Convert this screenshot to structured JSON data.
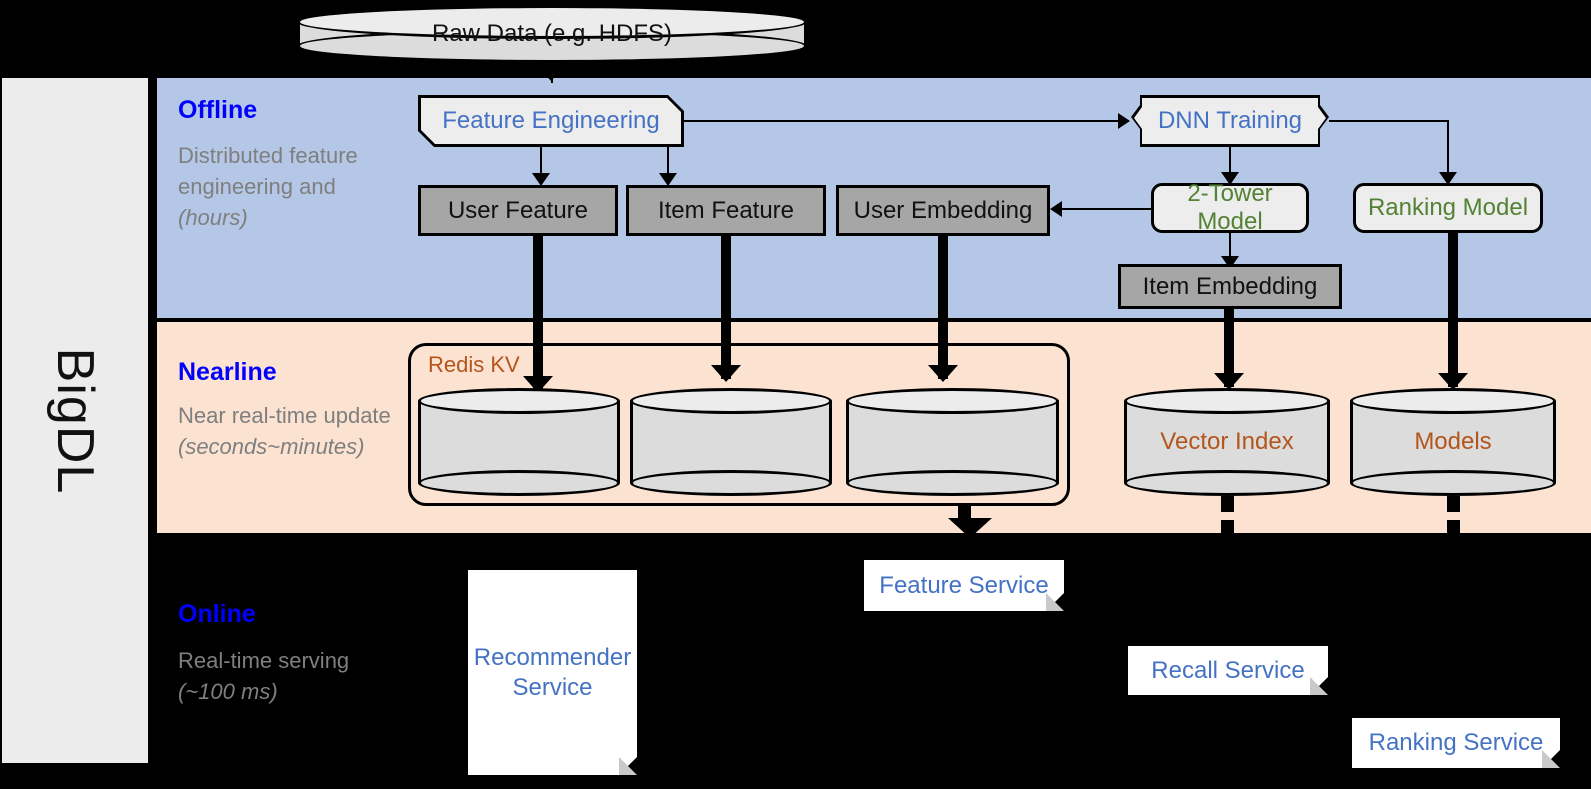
{
  "diagram": {
    "sidebar": {
      "label": "BigDL"
    },
    "source": {
      "label": "Raw Data (e.g. HDFS)"
    },
    "bands": [
      {
        "id": "offline",
        "title": "Offline",
        "subtitle": "Distributed feature engineering and ",
        "subtitle_italic": "(hours)"
      },
      {
        "id": "nearline",
        "title": "Nearline",
        "subtitle": "Near real-time update ",
        "subtitle_italic": "(seconds~minutes)"
      },
      {
        "id": "online",
        "title": "Online",
        "subtitle": "Real-time serving ",
        "subtitle_italic": "(~100 ms)"
      }
    ],
    "offline_nodes": [
      {
        "name": "feature-engineering",
        "label": "Feature Engineering",
        "shape": "card"
      },
      {
        "name": "dnn-training",
        "label": "DNN Training",
        "shape": "flag"
      },
      {
        "name": "user-feature",
        "label": "User Feature",
        "shape": "gray"
      },
      {
        "name": "item-feature",
        "label": "Item Feature",
        "shape": "gray"
      },
      {
        "name": "user-embedding",
        "label": "User Embedding",
        "shape": "gray"
      },
      {
        "name": "two-tower-model",
        "label": "2-Tower Model",
        "shape": "rounded"
      },
      {
        "name": "ranking-model",
        "label": "Ranking Model",
        "shape": "rounded"
      },
      {
        "name": "item-embedding",
        "label": "Item Embedding",
        "shape": "gray"
      }
    ],
    "nearline_nodes": [
      {
        "name": "redis-kv-group",
        "label": "Redis KV"
      },
      {
        "name": "kv-store-user-feature",
        "label": ""
      },
      {
        "name": "kv-store-item-feature",
        "label": ""
      },
      {
        "name": "kv-store-user-embedding",
        "label": ""
      },
      {
        "name": "vector-index",
        "label": "Vector Index"
      },
      {
        "name": "models-store",
        "label": "Models"
      }
    ],
    "online_nodes": [
      {
        "name": "recommender-service",
        "label": "Recommender Service"
      },
      {
        "name": "feature-service",
        "label": "Feature Service"
      },
      {
        "name": "recall-service",
        "label": "Recall Service"
      },
      {
        "name": "ranking-service",
        "label": "Ranking Service"
      }
    ],
    "colors": {
      "offline_band": "#b4c7e7",
      "nearline_band": "#fbe2d1",
      "online_band": "#000000",
      "sidebar": "#ececec",
      "band_title": "#0000ff",
      "band_subtitle": "#7f7f7f",
      "blue_text": "#4472c4",
      "green_text": "#548235",
      "orange_text": "#b4551b",
      "gray_box": "#a6a6a6",
      "light_box": "#ededed"
    }
  }
}
